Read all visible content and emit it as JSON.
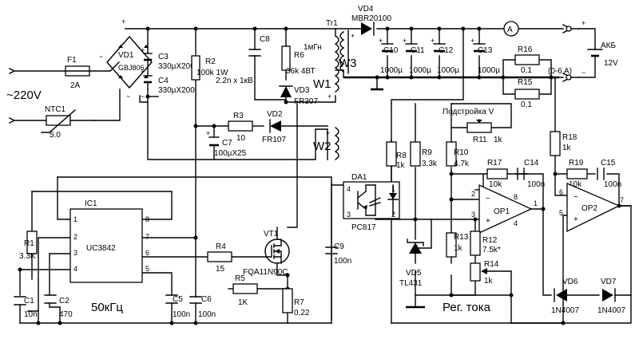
{
  "labels": {
    "mains_voltage": "~220V",
    "f1": "F1",
    "f1_rating": "2A",
    "ntc1": "NTC1",
    "ntc1_value": "5.0",
    "vd1": "VD1",
    "vd1_type": "GBJ806",
    "c3": "C3",
    "c3_value": "330µX200",
    "c4": "C4",
    "c4_value": "330µX200",
    "r2": "R2",
    "r2_value": "100k 1W",
    "c8": "C8",
    "c8_value": "2.2n x 1кВ",
    "r6": "R6",
    "r6_value": "36k 4ВТ",
    "vd3": "VD3",
    "vd3_type": "FR307",
    "tr1": "Tr1",
    "tr1_inductance": "1мГн",
    "w1": "W1",
    "w2": "W2",
    "w3": "W3",
    "vd4": "VD4",
    "vd4_type": "MBR20100",
    "c10": "C10",
    "c10_value": "1000µ",
    "c11": "C11",
    "c11_value": "1000µ",
    "c12": "C12",
    "c12_value": "1000µ",
    "c13": "C13",
    "c13_value": "1000µ",
    "ammeter": "A",
    "r16": "R16",
    "r16_value": "0,1",
    "r15": "R15",
    "r15_value": "0,1",
    "battery": "АКБ",
    "battery_voltage": "12V",
    "current_range": "(0-6 A)",
    "r3": "R3",
    "r3_value": "10",
    "vd2": "VD2",
    "vd2_type": "FR107",
    "c7": "C7",
    "c7_value": "100µX25",
    "voltage_trim": "Подстройка V",
    "r11": "R11",
    "r11_value": "1k",
    "r18": "R18",
    "r18_value": "1k",
    "r8": "R8",
    "r8_value": "1k",
    "r9": "R9",
    "r9_value": "3,3k",
    "r10": "R10",
    "r10_value": "4,7k",
    "r17": "R17",
    "r17_value": "10k",
    "c14": "C14",
    "c14_value": "100n",
    "r19": "R19",
    "r19_value": "10k",
    "c15": "C15",
    "c15_value": "100n",
    "ic1": "IC1",
    "ic1_type": "UC3842",
    "da1": "DA1",
    "da1_type": "PC817",
    "op1": "OP1",
    "op2": "OP2",
    "vt1": "VT1",
    "vt1_type": "FQA11N90C",
    "r1": "R1",
    "r1_value": "3.3K",
    "r4": "R4",
    "r4_value": "15",
    "r5": "R5",
    "r5_value": "1K",
    "r7": "R7",
    "r7_value": "0.22",
    "c9": "C9",
    "c9_value": "100n",
    "vd5": "VD5",
    "vd5_type": "TL431",
    "r13": "R13",
    "r13_value": "1k",
    "r12": "R12",
    "r12_value": "7.5k*",
    "r14": "R14",
    "r14_value": "1k",
    "current_adj": "Рег. тока",
    "vd6": "VD6",
    "vd6_type": "1N4007",
    "vd7": "VD7",
    "vd7_type": "1N4007",
    "c1": "C1",
    "c1_value": "10n",
    "c2": "C2",
    "c2_value": "470",
    "c5": "C5",
    "c5_value": "100n",
    "c6": "C6",
    "c6_value": "100n",
    "frequency": "50кГц"
  },
  "ic1_pins": {
    "p1": "1",
    "p2": "2",
    "p3": "3",
    "p4": "4",
    "p5": "5",
    "p6": "6",
    "p7": "7",
    "p8": "8"
  },
  "op1_pins": {
    "inv": "−",
    "noninv": "+",
    "p2": "2",
    "p3": "3",
    "p1": "1",
    "p8": "8",
    "p4": "4"
  },
  "op2_pins": {
    "inv": "−",
    "noninv": "+",
    "p6": "6",
    "p5": "5",
    "p7": "7"
  },
  "da1_pins": {
    "p1": "1",
    "p2": "2",
    "p3": "3",
    "p4": "4"
  },
  "transformer_polarity": {
    "w3": "+",
    "w1": "+",
    "w2": "+"
  },
  "cap_polarity": {
    "c3": "+",
    "c4": "+",
    "c7": "+",
    "c10": "+",
    "c11": "+",
    "c12": "+",
    "c13": "+"
  },
  "bridge_polarity": {
    "dc_plus": "+",
    "dc_minus": "−",
    "ac_left": "~",
    "ac_bottom": "~"
  },
  "battery_polarity": {
    "plus": "+",
    "minus": "−"
  },
  "colors": {
    "ink": "#000000",
    "paper": "#ffffff"
  }
}
